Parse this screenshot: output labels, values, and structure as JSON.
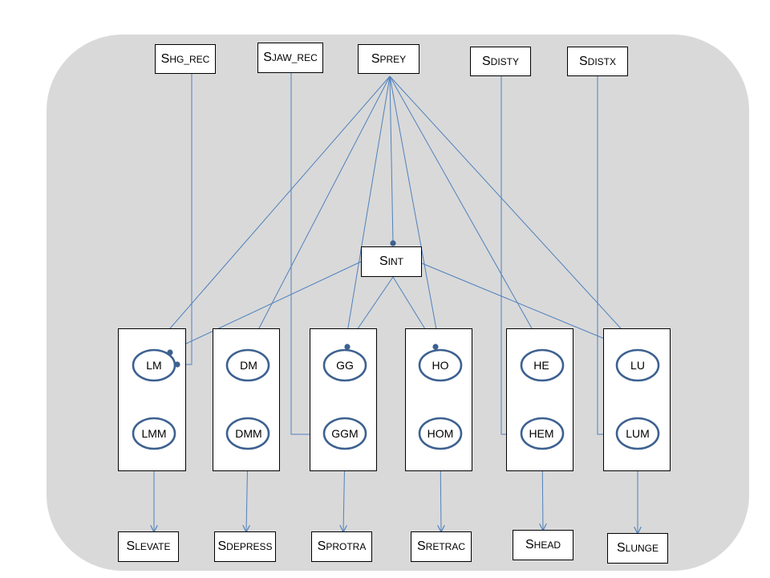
{
  "colors": {
    "panel": "#d9d9d9",
    "edge": "#4f81bd",
    "node_stroke": "#3d6190"
  },
  "top_signals": {
    "hg_rec": {
      "cap": "S",
      "sub": "HG_REC"
    },
    "jaw_rec": {
      "cap": "S",
      "sub": "JAW_REC"
    },
    "prey": {
      "cap": "S",
      "sub": "PREY"
    },
    "disty": {
      "cap": "S",
      "sub": "DISTY"
    },
    "distx": {
      "cap": "S",
      "sub": "DISTX"
    }
  },
  "interneuron": {
    "cap": "S",
    "sub": "INT"
  },
  "modules": [
    {
      "top": "LM",
      "bottom": "LMM"
    },
    {
      "top": "DM",
      "bottom": "DMM"
    },
    {
      "top": "GG",
      "bottom": "GGM"
    },
    {
      "top": "HO",
      "bottom": "HOM"
    },
    {
      "top": "HE",
      "bottom": "HEM"
    },
    {
      "top": "LU",
      "bottom": "LUM"
    }
  ],
  "outputs": [
    {
      "cap": "S",
      "sub": "LEVATE"
    },
    {
      "cap": "S",
      "sub": "DEPRESS"
    },
    {
      "cap": "S",
      "sub": "PROTRA"
    },
    {
      "cap": "S",
      "sub": "RETRAC"
    },
    {
      "cap": "S",
      "sub": "HEAD"
    },
    {
      "cap": "S",
      "sub": "LUNGE"
    }
  ]
}
